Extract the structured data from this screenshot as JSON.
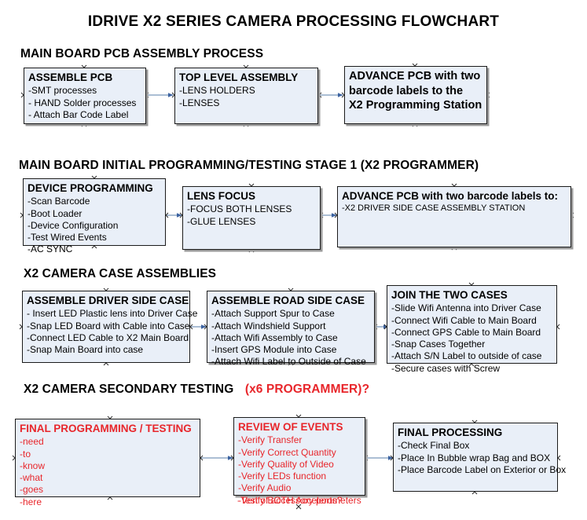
{
  "document": {
    "title": "IDRIVE X2  SERIES CAMERA PROCESSING FLOWCHART"
  },
  "colors": {
    "box_fill": "#e9eff8",
    "box_border": "#1b1b1b",
    "box_shadow": "#9a9a9a",
    "arrow_line": "#8fa9c6",
    "arrow_head": "#3b62a0",
    "red_text": "#e8262b",
    "black_text": "#000000",
    "page_background": "#ffffff"
  },
  "sections": [
    {
      "heading": "MAIN BOARD PCB ASSEMBLY PROCESS",
      "heading_red_suffix": "",
      "boxes": [
        {
          "title": "ASSEMBLE PCB",
          "lines": [
            "-SMT processes",
            "- HAND Solder processes",
            "- Attach Bar Code Label"
          ]
        },
        {
          "title": "TOP LEVEL ASSEMBLY",
          "lines": [
            "-LENS HOLDERS",
            "-LENSES"
          ]
        },
        {
          "title": "ADVANCE PCB with two",
          "lines": [
            "barcode labels to the",
            " X2 Programming Station"
          ]
        }
      ]
    },
    {
      "heading": "MAIN BOARD INITIAL PROGRAMMING/TESTING STAGE 1 (X2 PROGRAMMER)",
      "heading_red_suffix": "",
      "boxes": [
        {
          "title": "DEVICE PROGRAMMING",
          "lines": [
            "-Scan Barcode",
            "-Boot Loader",
            "-Device Configuration",
            "-Test Wired Events",
            "-AC SYNC"
          ]
        },
        {
          "title": "LENS FOCUS",
          "lines": [
            "-FOCUS BOTH LENSES",
            "-GLUE LENSES"
          ]
        },
        {
          "title": "ADVANCE PCB with two barcode labels to:",
          "lines": [
            "-X2 DRIVER  SIDE  CASE  ASSEMBLY STATION"
          ]
        }
      ]
    },
    {
      "heading": "X2 CAMERA CASE ASSEMBLIES",
      "heading_red_suffix": "",
      "boxes": [
        {
          "title": "ASSEMBLE DRIVER SIDE CASE",
          "lines": [
            "- Insert LED Plastic lens into Driver Case",
            "-Snap LED Board with Cable into Case",
            "-Connect LED Cable to X2 Main Board",
            "-Snap Main Board into case"
          ]
        },
        {
          "title": "ASSEMBLE ROAD SIDE CASE",
          "lines": [
            "-Attach Support Spur to Case",
            "-Attach Windshield Support",
            "-Attach Wifi Assembly to Case",
            "-Insert GPS Module into Case",
            "-Attach Wifi Label to Outside of Case"
          ]
        },
        {
          "title": "JOIN THE TWO CASES",
          "lines": [
            "-Slide Wifi Antenna into Driver Case",
            "-Connect Wifi Cable to Main Board",
            "-Connect GPS Cable to Main Board",
            "-Snap Cases Together",
            "-Attach S/N Label to outside of case",
            "-Secure cases with Screw"
          ]
        }
      ]
    },
    {
      "heading": "X2 CAMERA SECONDARY TESTING",
      "heading_red_suffix": "(x6 PROGRAMMER)?",
      "boxes": [
        {
          "title": "FINAL PROGRAMMING / TESTING",
          "lines": [
            "-need",
            "-to",
            "-know",
            "-what",
            "-goes",
            "-here"
          ]
        },
        {
          "title": "REVIEW OF EVENTS",
          "lines": [
            "-Verify Transfer",
            "-Verify Correct Quantity",
            "-Verify Quality of Video",
            "-Verify LEDs function",
            "-Verify Audio",
            "-Verify BOTH Accelerometers"
          ],
          "overflow_line": "-Test of accessory ports?"
        },
        {
          "title": "FINAL PROCESSING",
          "lines": [
            " -Check Final Box",
            "-Place In Bubble wrap Bag and BOX",
            "-Place Barcode Label on Exterior or Box"
          ]
        }
      ]
    }
  ]
}
